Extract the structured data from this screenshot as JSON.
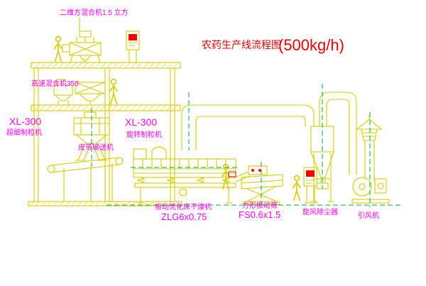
{
  "title": {
    "name": "农药生产线流程图",
    "capacity": "(500kg/h)"
  },
  "equipment_labels": {
    "square_mixer": "二维方混合机1.5 立方",
    "high_speed_mixer": "高速混合机350",
    "granulator_left_model": "XL-300",
    "granulator_left_name": "超细制粒机",
    "granulator_right_model": "XL-300",
    "granulator_right_name": "旋转制粒机",
    "belt_conveyor": "皮带输送机",
    "dryer_name": "振动流化床干燥机",
    "dryer_model": "ZLG6x0.75",
    "screen_name": "方形振动筛",
    "screen_model": "FS0.6x1.5",
    "cyclone_name": "旋风除尘器",
    "fan_name": "引风机"
  },
  "colors": {
    "equipment_line": "#d4cc00",
    "centerline": "#00a840",
    "label": "#ff00ff",
    "title": "#e60000",
    "alert": "#ff0000",
    "background": "#ffffff"
  }
}
